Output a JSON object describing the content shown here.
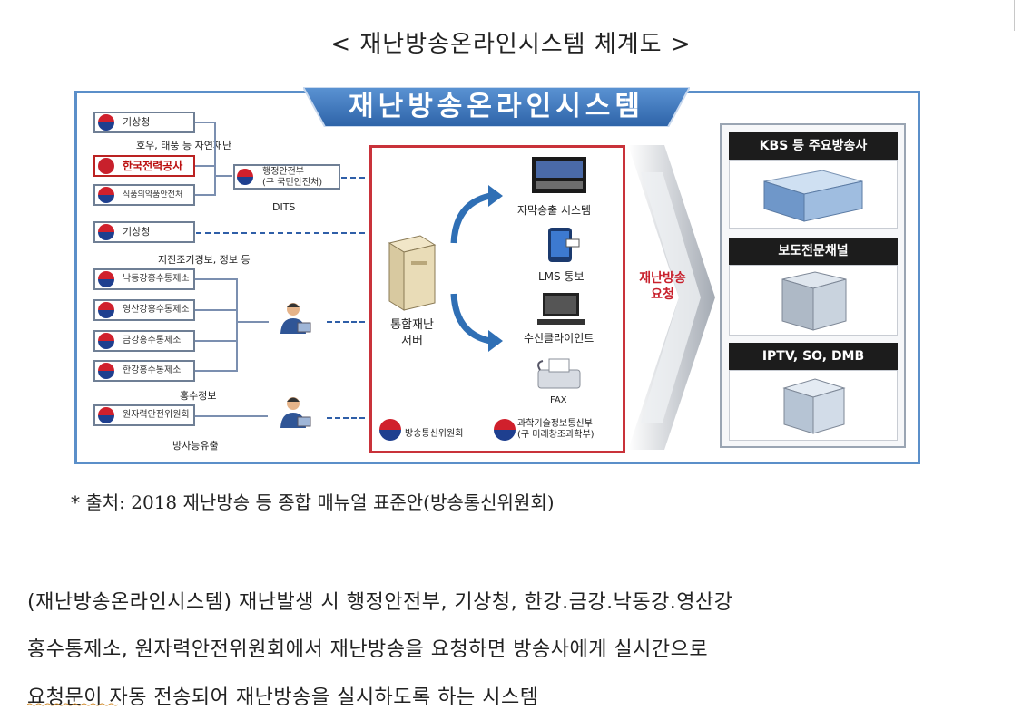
{
  "page_title": "< 재난방송온라인시스템 체계도 >",
  "diagram": {
    "banner": "재난방송온라인시스템",
    "sources_group1": [
      {
        "name": "기상청"
      },
      {
        "name": "한국전력공사"
      },
      {
        "name": "식품의약품안전처"
      }
    ],
    "sources_group1_caption": "호우, 태풍 등 자연재난",
    "dits_box": "행정안전부\n(구 국민안전처)",
    "dits_label": "DITS",
    "source_kma2": "기상청",
    "source_kma2_caption": "지진조기경보, 정보 등",
    "flood_offices": [
      "낙동강홍수통제소",
      "영산강홍수통제소",
      "금강홍수통제소",
      "한강홍수통제소"
    ],
    "flood_caption": "홍수정보",
    "nssc": "원자력안전위원회",
    "nssc_caption": "방사능유출",
    "server_label": "통합재난\n서버",
    "outputs": [
      "자막송출 시스템",
      "LMS 통보",
      "수신클라이언트",
      "FAX"
    ],
    "kcc": "방송통신위원회",
    "msit": "과학기술정보통신부\n(구 미래창조과학부)",
    "request_label": "재난방송\n요청",
    "destinations": [
      "KBS 등 주요방송사",
      "보도전문채널",
      "IPTV, SO, DMB"
    ]
  },
  "footnote": "* 출처: 2018 재난방송 등 종합 매뉴얼 표준안(방송통신위원회)",
  "description": [
    "(재난방송온라인시스템) 재난발생 시 행정안전부, 기상청, 한강.금강.낙동강.영산강",
    "홍수통제소, 원자력안전위원회에서 재난방송을 요청하면 방송사에게 실시간으로",
    "요청문이 자동 전송되어 재난방송을 실시하도록 하는 시스템"
  ],
  "colors": {
    "frame": "#5b8fc9",
    "banner": "#3c74b8",
    "center_border": "#c9323a",
    "request_text": "#c8202c",
    "arrow": "#2f6fb5"
  }
}
